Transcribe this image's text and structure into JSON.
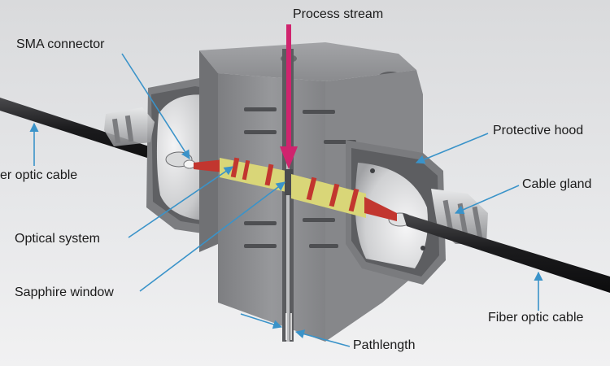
{
  "labels": {
    "process_stream": "Process stream",
    "sma_connector": "SMA connector",
    "fiber_optic_cable_left": "er optic cable",
    "protective_hood": "Protective hood",
    "cable_gland": "Cable gland",
    "optical_system": "Optical system",
    "sapphire_window": "Sapphire window",
    "fiber_optic_cable_right": "Fiber optic cable",
    "pathlength": "Pathlength"
  },
  "colors": {
    "background": "#e0e1e3",
    "body_gray": "#8e8f92",
    "body_dark": "#6f7073",
    "cable_black": "#1b1b1d",
    "optics_yellow": "#d9d678",
    "optics_red": "#c2362f",
    "process_arrow": "#d0246e",
    "leader_blue": "#3a93c9"
  }
}
